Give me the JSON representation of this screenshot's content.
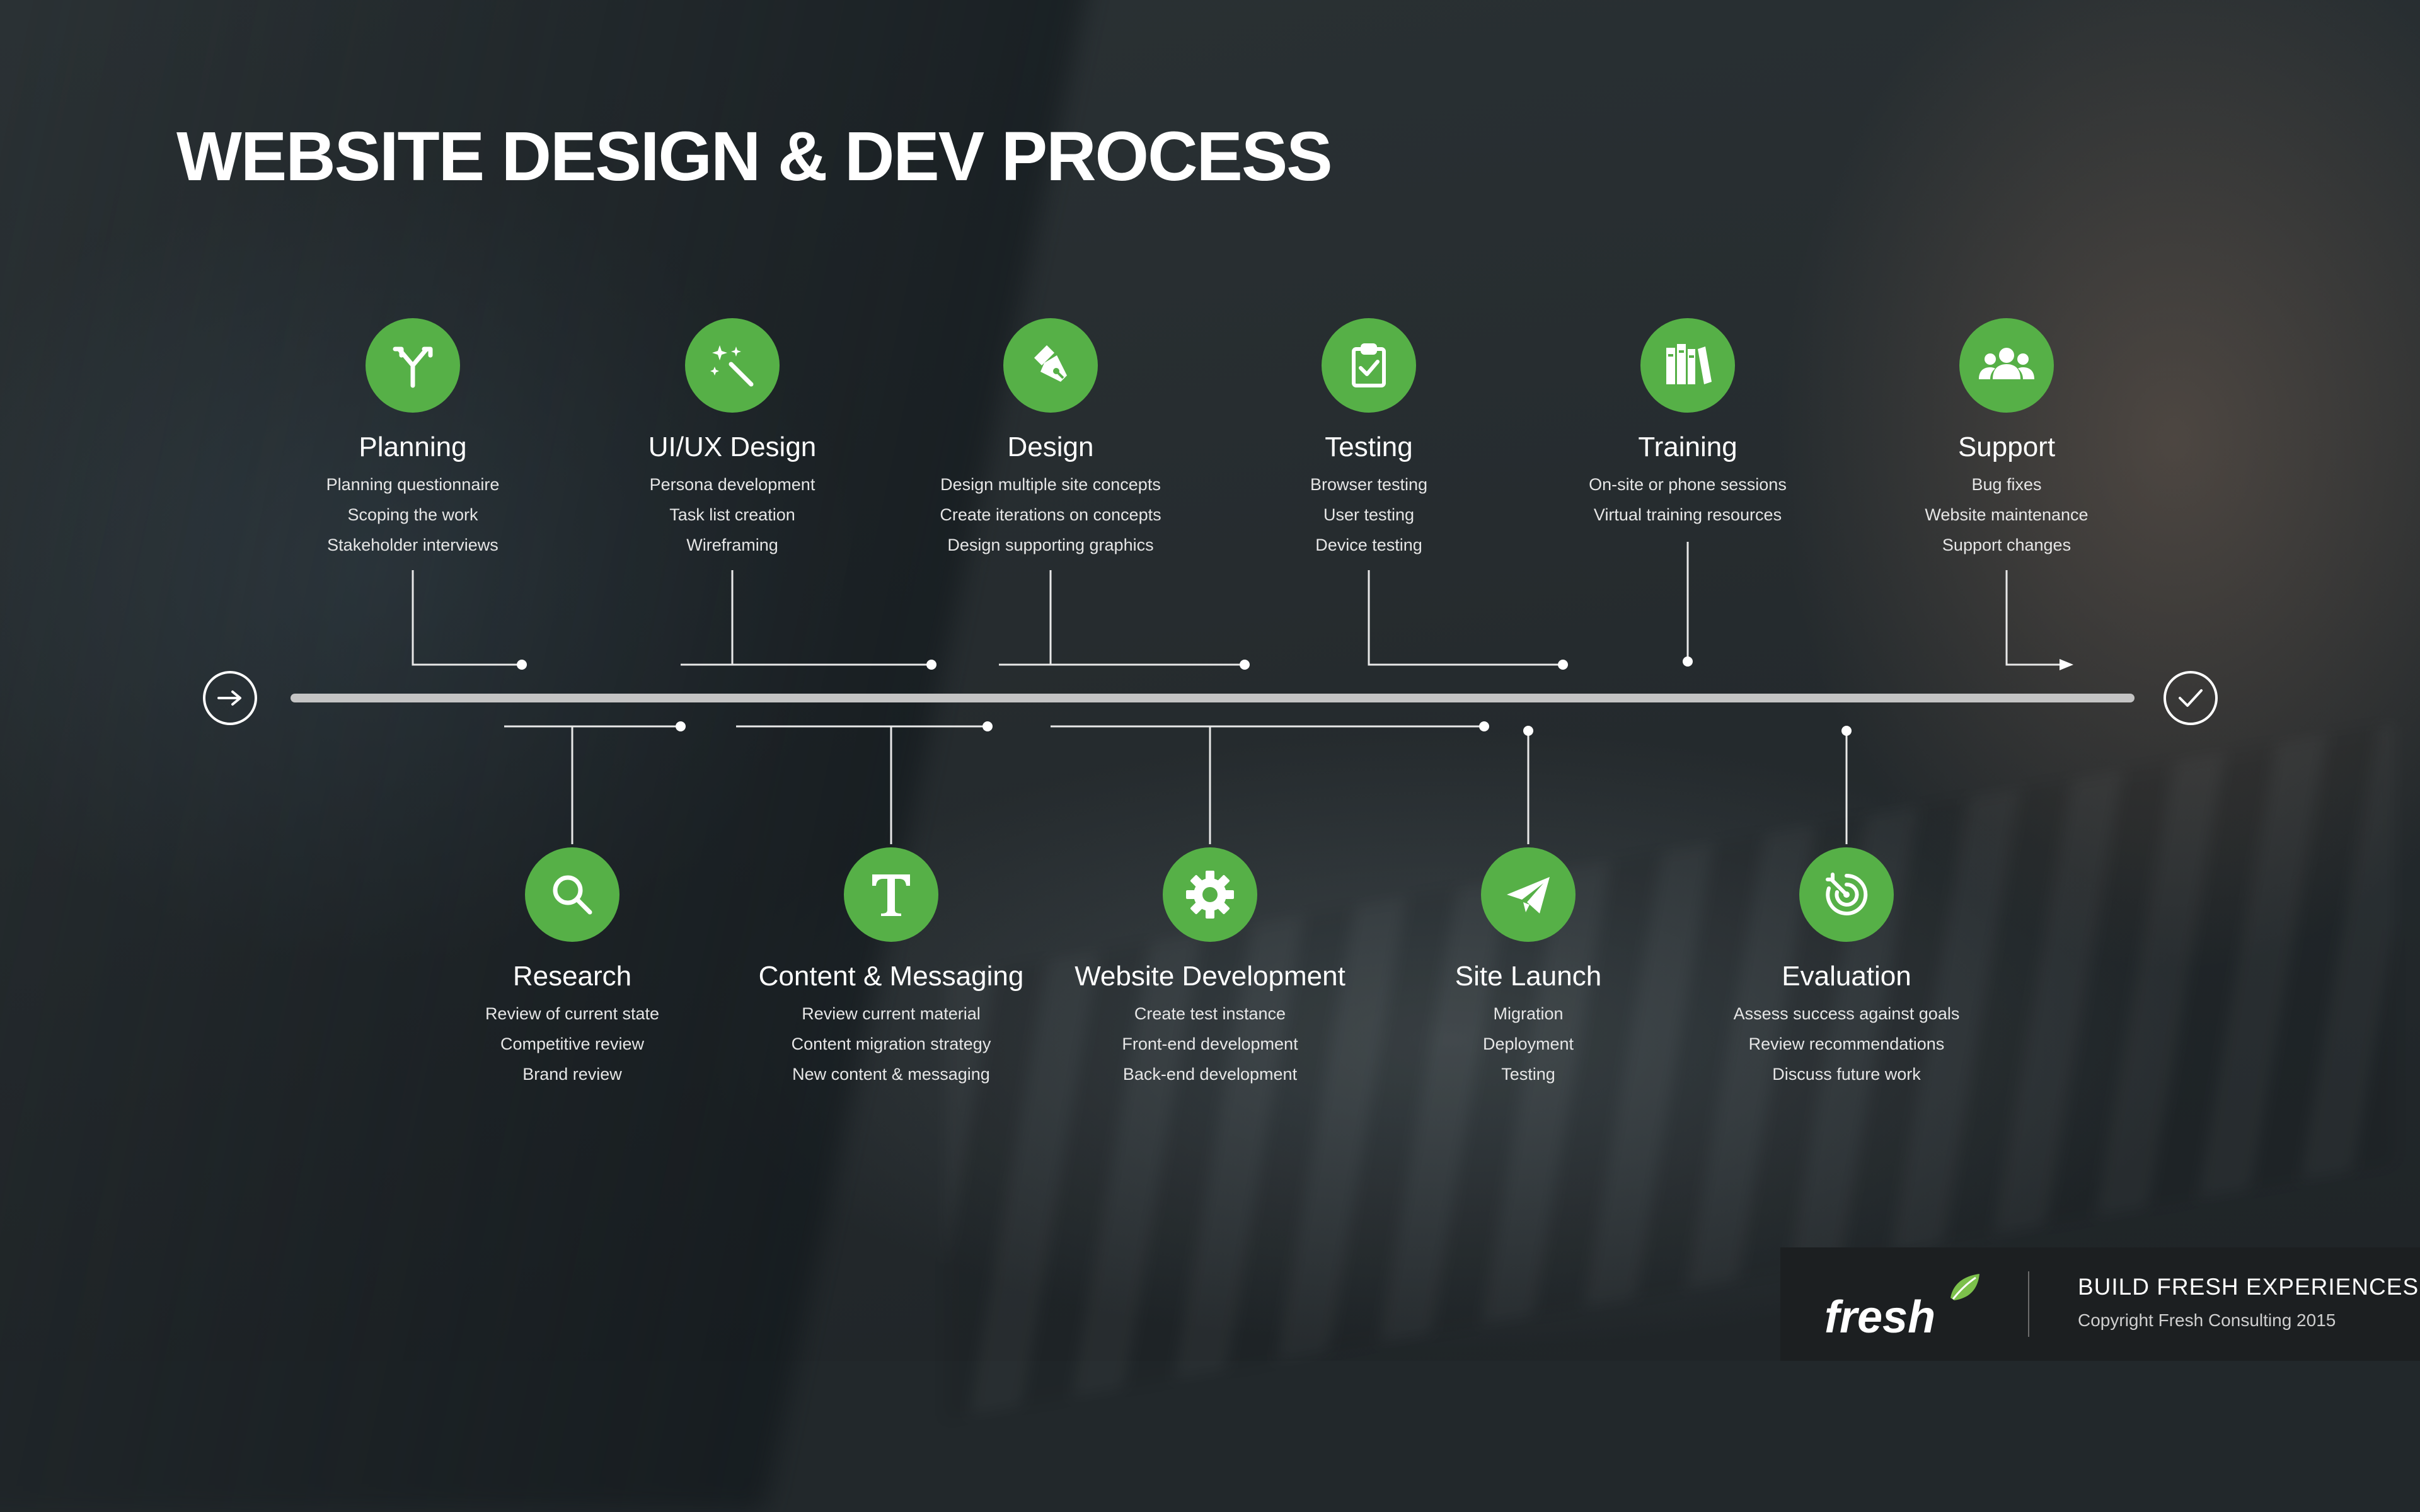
{
  "title": "WEBSITE DESIGN & DEV PROCESS",
  "colors": {
    "accent": "#56b047",
    "line": "#bfbfbf"
  },
  "stages_top": [
    {
      "name": "Planning",
      "icon": "split-arrow-icon",
      "items": [
        "Planning questionnaire",
        "Scoping the work",
        "Stakeholder interviews"
      ]
    },
    {
      "name": "UI/UX Design",
      "icon": "magic-wand-icon",
      "items": [
        "Persona development",
        "Task list creation",
        "Wireframing"
      ]
    },
    {
      "name": "Design",
      "icon": "pen-nib-icon",
      "items": [
        "Design multiple site concepts",
        "Create iterations on concepts",
        "Design supporting graphics"
      ]
    },
    {
      "name": "Testing",
      "icon": "clipboard-check-icon",
      "items": [
        "Browser testing",
        "User testing",
        "Device testing"
      ]
    },
    {
      "name": "Training",
      "icon": "books-icon",
      "items": [
        "On-site or phone sessions",
        "Virtual training resources"
      ]
    },
    {
      "name": "Support",
      "icon": "group-icon",
      "items": [
        "Bug fixes",
        "Website maintenance",
        "Support changes"
      ]
    }
  ],
  "stages_bottom": [
    {
      "name": "Research",
      "icon": "magnifier-icon",
      "items": [
        "Review of current state",
        "Competitive review",
        "Brand review"
      ]
    },
    {
      "name": "Content & Messaging",
      "icon": "text-t-icon",
      "items": [
        "Review current material",
        "Content migration strategy",
        "New content & messaging"
      ]
    },
    {
      "name": "Website Development",
      "icon": "gear-icon",
      "items": [
        "Create test instance",
        "Front-end development",
        "Back-end development"
      ]
    },
    {
      "name": "Site Launch",
      "icon": "paper-plane-icon",
      "items": [
        "Migration",
        "Deployment",
        "Testing"
      ]
    },
    {
      "name": "Evaluation",
      "icon": "target-icon",
      "items": [
        "Assess success against goals",
        "Review recommendations",
        "Discuss future work"
      ]
    }
  ],
  "footer": {
    "logo_text": "fresh",
    "tagline": "BUILD FRESH EXPERIENCES",
    "copyright": "Copyright Fresh Consulting 2015"
  }
}
